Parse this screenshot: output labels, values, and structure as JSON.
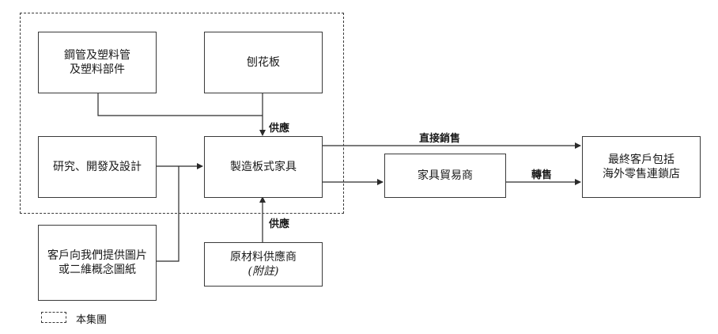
{
  "nodes": {
    "steel_pipes": {
      "line1": "鋼管及塑料管",
      "line2": "及塑料部件"
    },
    "particle_board": {
      "label": "刨花板"
    },
    "rnd": {
      "label": "研究、開發及設計"
    },
    "manufacture": {
      "label": "製造板式家具"
    },
    "customer_drawings": {
      "line1": "客戶向我們提供圖片",
      "line2": "或二維概念圖紙"
    },
    "raw_material_supplier": {
      "line1": "原材料供應商",
      "line2": "(附註)"
    },
    "furniture_trader": {
      "label": "家具貿易商"
    },
    "end_customers": {
      "line1": "最終客戶包括",
      "line2": "海外零售連鎖店"
    }
  },
  "edge_labels": {
    "supply_top": "供應",
    "supply_bottom": "供應",
    "direct_sales": "直接銷售",
    "resale": "轉售"
  },
  "legend": {
    "label": "本集團"
  }
}
